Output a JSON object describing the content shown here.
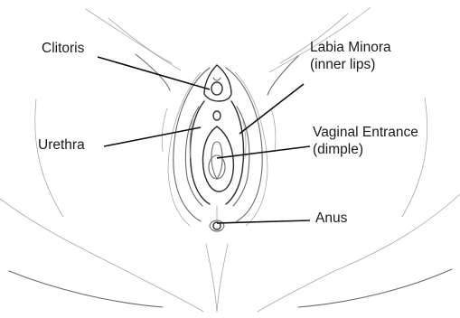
{
  "labels": {
    "clitoris": "Clitoris",
    "labia_minora_line1": "Labia Minora",
    "labia_minora_line2": "(inner lips)",
    "urethra": "Urethra",
    "vaginal_entrance_line1": "Vaginal Entrance",
    "vaginal_entrance_line2": "(dimple)",
    "anus": "Anus"
  },
  "colors": {
    "background": "#ffffff",
    "ink": "#1a1a1a",
    "leader": "#111111"
  }
}
